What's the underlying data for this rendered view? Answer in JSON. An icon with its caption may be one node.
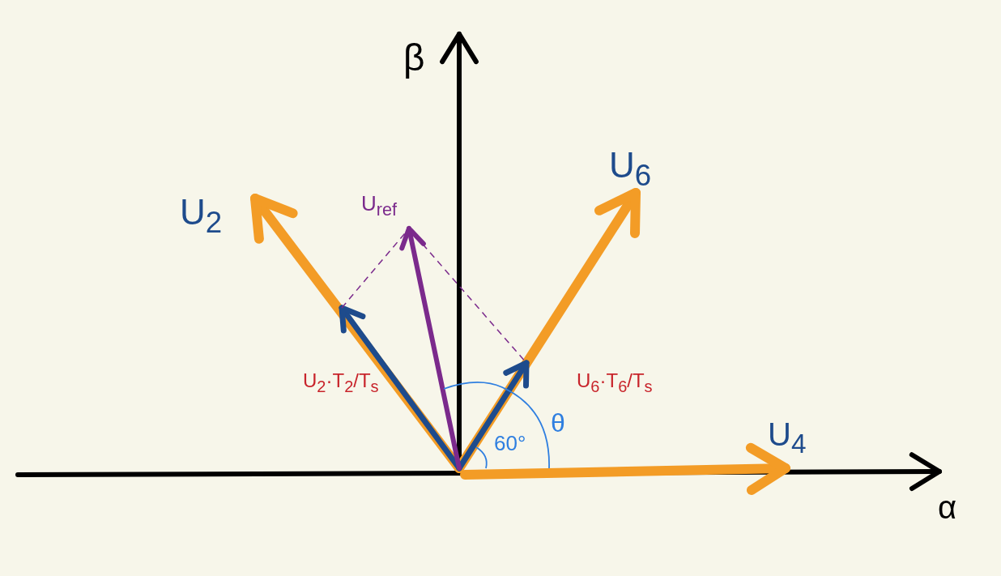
{
  "diagram": {
    "labels": [
      "β",
      "U$_{6}$",
      "U$_{2}$",
      "U$_{ref}$",
      "U$_{2}$·T$_{2}$/T$_{s}$",
      "U$_{6}$·T$_{6}$/T$_{s}$",
      "θ",
      "U$_{4}$",
      "60°",
      "α"
    ]
  }
}
